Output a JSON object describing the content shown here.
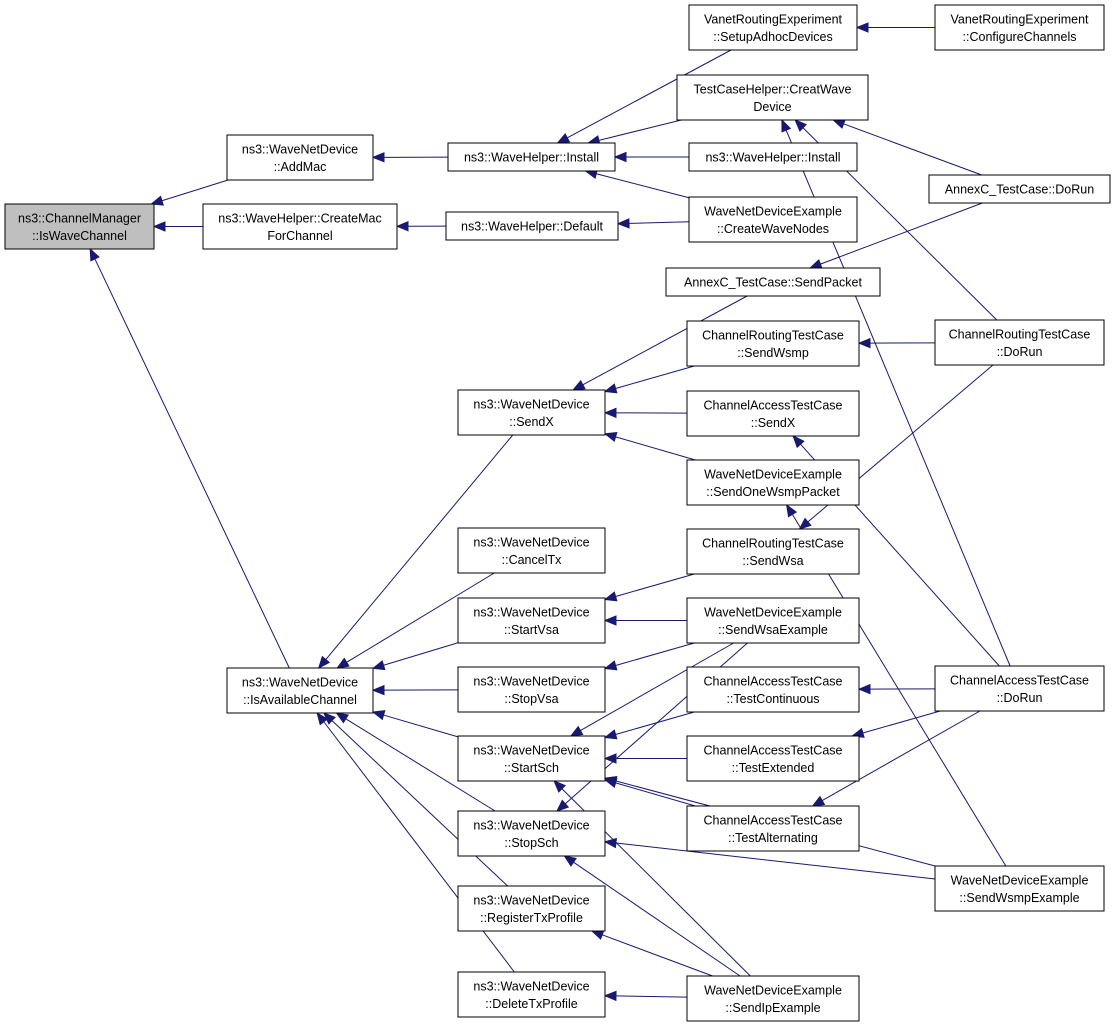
{
  "graph": {
    "edge_color": "#191970",
    "root_fill": "#bfbfbf",
    "nodes": [
      {
        "id": "root",
        "lines": [
          "ns3::ChannelManager",
          "::IsWaveChannel"
        ],
        "root": true
      },
      {
        "id": "addmac",
        "lines": [
          "ns3::WaveNetDevice",
          "::AddMac"
        ]
      },
      {
        "id": "createmac",
        "lines": [
          "ns3::WaveHelper::CreateMac",
          "ForChannel"
        ]
      },
      {
        "id": "isavail",
        "lines": [
          "ns3::WaveNetDevice",
          "::IsAvailableChannel"
        ]
      },
      {
        "id": "whinstall",
        "lines": [
          "ns3::WaveHelper::Install"
        ]
      },
      {
        "id": "whdefault",
        "lines": [
          "ns3::WaveHelper::Default"
        ]
      },
      {
        "id": "sendx",
        "lines": [
          "ns3::WaveNetDevice",
          "::SendX"
        ]
      },
      {
        "id": "canceltx",
        "lines": [
          "ns3::WaveNetDevice",
          "::CancelTx"
        ]
      },
      {
        "id": "startvsa",
        "lines": [
          "ns3::WaveNetDevice",
          "::StartVsa"
        ]
      },
      {
        "id": "stopvsa",
        "lines": [
          "ns3::WaveNetDevice",
          "::StopVsa"
        ]
      },
      {
        "id": "startsch",
        "lines": [
          "ns3::WaveNetDevice",
          "::StartSch"
        ]
      },
      {
        "id": "stopsch",
        "lines": [
          "ns3::WaveNetDevice",
          "::StopSch"
        ]
      },
      {
        "id": "regtx",
        "lines": [
          "ns3::WaveNetDevice",
          "::RegisterTxProfile"
        ]
      },
      {
        "id": "deltx",
        "lines": [
          "ns3::WaveNetDevice",
          "::DeleteTxProfile"
        ]
      },
      {
        "id": "vrsetup",
        "lines": [
          "VanetRoutingExperiment",
          "::SetupAdhocDevices"
        ]
      },
      {
        "id": "tchcreat",
        "lines": [
          "TestCaseHelper::CreatWave",
          "Device"
        ]
      },
      {
        "id": "whinstall2",
        "lines": [
          "ns3::WaveHelper::Install"
        ]
      },
      {
        "id": "wndecreate",
        "lines": [
          "WaveNetDeviceExample",
          "::CreateWaveNodes"
        ]
      },
      {
        "id": "acsend",
        "lines": [
          "AnnexC_TestCase::SendPacket"
        ]
      },
      {
        "id": "crtsendwsmp",
        "lines": [
          "ChannelRoutingTestCase",
          "::SendWsmp"
        ]
      },
      {
        "id": "catsendx",
        "lines": [
          "ChannelAccessTestCase",
          "::SendX"
        ]
      },
      {
        "id": "wndesendone",
        "lines": [
          "WaveNetDeviceExample",
          "::SendOneWsmpPacket"
        ]
      },
      {
        "id": "crtsendwsa",
        "lines": [
          "ChannelRoutingTestCase",
          "::SendWsa"
        ]
      },
      {
        "id": "wndesendwsa",
        "lines": [
          "WaveNetDeviceExample",
          "::SendWsaExample"
        ]
      },
      {
        "id": "cattestcont",
        "lines": [
          "ChannelAccessTestCase",
          "::TestContinuous"
        ]
      },
      {
        "id": "cattestext",
        "lines": [
          "ChannelAccessTestCase",
          "::TestExtended"
        ]
      },
      {
        "id": "cattestalt",
        "lines": [
          "ChannelAccessTestCase",
          "::TestAlternating"
        ]
      },
      {
        "id": "wndesendip",
        "lines": [
          "WaveNetDeviceExample",
          "::SendIpExample"
        ]
      },
      {
        "id": "vrconfig",
        "lines": [
          "VanetRoutingExperiment",
          "::ConfigureChannels"
        ]
      },
      {
        "id": "acdorun",
        "lines": [
          "AnnexC_TestCase::DoRun"
        ]
      },
      {
        "id": "crtdorun",
        "lines": [
          "ChannelRoutingTestCase",
          "::DoRun"
        ]
      },
      {
        "id": "catdorun",
        "lines": [
          "ChannelAccessTestCase",
          "::DoRun"
        ]
      },
      {
        "id": "wndesendwsmp",
        "lines": [
          "WaveNetDeviceExample",
          "::SendWsmpExample"
        ]
      }
    ],
    "edges": [
      [
        "addmac",
        "root"
      ],
      [
        "createmac",
        "root"
      ],
      [
        "isavail",
        "root"
      ],
      [
        "whinstall",
        "addmac"
      ],
      [
        "whdefault",
        "createmac"
      ],
      [
        "sendx",
        "isavail"
      ],
      [
        "canceltx",
        "isavail"
      ],
      [
        "startvsa",
        "isavail"
      ],
      [
        "stopvsa",
        "isavail"
      ],
      [
        "startsch",
        "isavail"
      ],
      [
        "stopsch",
        "isavail"
      ],
      [
        "regtx",
        "isavail"
      ],
      [
        "deltx",
        "isavail"
      ],
      [
        "vrsetup",
        "whinstall"
      ],
      [
        "tchcreat",
        "whinstall"
      ],
      [
        "whinstall2",
        "whinstall"
      ],
      [
        "wndecreate",
        "whinstall"
      ],
      [
        "wndecreate",
        "whdefault"
      ],
      [
        "acsend",
        "sendx"
      ],
      [
        "crtsendwsmp",
        "sendx"
      ],
      [
        "catsendx",
        "sendx"
      ],
      [
        "wndesendone",
        "sendx"
      ],
      [
        "crtsendwsa",
        "startvsa"
      ],
      [
        "wndesendwsa",
        "startvsa"
      ],
      [
        "wndesendwsa",
        "stopvsa"
      ],
      [
        "wndesendwsa",
        "startsch"
      ],
      [
        "wndesendwsa",
        "stopsch"
      ],
      [
        "cattestcont",
        "startsch"
      ],
      [
        "cattestext",
        "startsch"
      ],
      [
        "cattestalt",
        "startsch"
      ],
      [
        "wndesendwsmp",
        "startsch"
      ],
      [
        "wndesendwsmp",
        "stopsch"
      ],
      [
        "wndesendip",
        "startsch"
      ],
      [
        "wndesendip",
        "stopsch"
      ],
      [
        "wndesendip",
        "regtx"
      ],
      [
        "wndesendip",
        "deltx"
      ],
      [
        "vrconfig",
        "vrsetup"
      ],
      [
        "acdorun",
        "tchcreat"
      ],
      [
        "crtdorun",
        "tchcreat"
      ],
      [
        "catdorun",
        "tchcreat"
      ],
      [
        "acdorun",
        "acsend"
      ],
      [
        "crtdorun",
        "crtsendwsmp"
      ],
      [
        "crtdorun",
        "crtsendwsa"
      ],
      [
        "catdorun",
        "catsendx"
      ],
      [
        "catdorun",
        "cattestcont"
      ],
      [
        "catdorun",
        "cattestext"
      ],
      [
        "catdorun",
        "cattestalt"
      ],
      [
        "wndesendwsmp",
        "wndesendone"
      ]
    ]
  }
}
